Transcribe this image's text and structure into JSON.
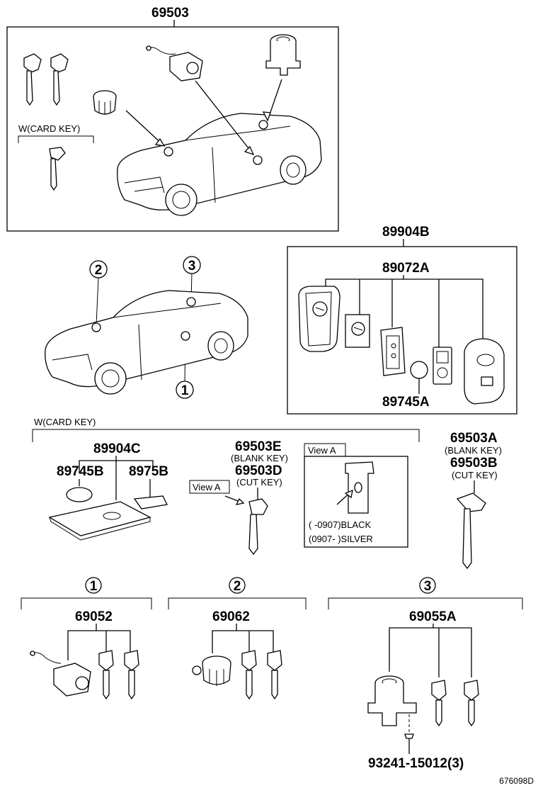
{
  "labels": {
    "p69503": "69503",
    "p89904B": "89904B",
    "p89072A": "89072A",
    "p89745A": "89745A",
    "wcard_top": "W(CARD KEY)",
    "wcard_mid": "W(CARD KEY)",
    "p89904C": "89904C",
    "p89745B": "89745B",
    "p8975B": "8975B",
    "p69503E": "69503E",
    "blank_key_e": "(BLANK KEY)",
    "p69503D": "69503D",
    "cut_key_d": "(CUT KEY)",
    "view_a_tag": "View A",
    "view_a_title": "View A",
    "black_range": "(      -0907)BLACK",
    "silver_range": "(0907-      )SILVER",
    "p69503A": "69503A",
    "blank_key_a": "(BLANK KEY)",
    "p69503B": "69503B",
    "cut_key_b": "(CUT KEY)",
    "c1": "1",
    "c2": "2",
    "c3": "3",
    "d1": "1",
    "d2": "2",
    "d3": "3",
    "p69052": "69052",
    "p69062": "69062",
    "p69055A": "69055A",
    "p93241": "93241-15012(3)",
    "catalog_id": "676098D"
  }
}
